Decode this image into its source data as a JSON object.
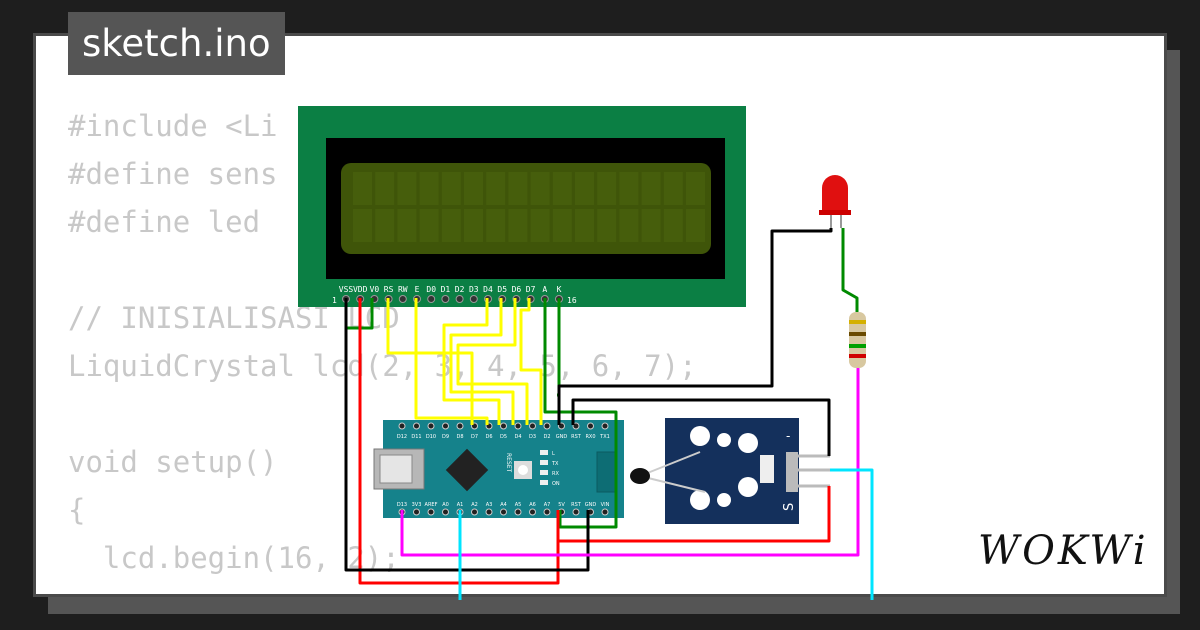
{
  "tab": {
    "filename": "sketch.ino"
  },
  "code_lines": [
    "#include <Li",
    "#define sens",
    "#define led",
    "",
    "// INISIALISASI LCD",
    "LiquidCrystal lcd(2, 3, 4, 5, 6, 7);",
    "",
    "void setup()",
    "{",
    "  lcd.begin(16, 2);"
  ],
  "lcd": {
    "pin_labels": [
      "VSS",
      "VDD",
      "V0",
      "RS",
      "RW",
      "E",
      "D0",
      "D1",
      "D2",
      "D3",
      "D4",
      "D5",
      "D6",
      "D7",
      "A",
      "K"
    ],
    "pin_first": "1",
    "pin_last": "16"
  },
  "nano": {
    "top_pins": [
      "D12",
      "D11",
      "D10",
      "D9",
      "D8",
      "D7",
      "D6",
      "D5",
      "D4",
      "D3",
      "D2",
      "GND",
      "RST",
      "RX0",
      "TX1"
    ],
    "bottom_pins": [
      "D13",
      "3V3",
      "AREF",
      "A0",
      "A1",
      "A2",
      "A3",
      "A4",
      "A5",
      "A6",
      "A7",
      "5V",
      "RST",
      "GND",
      "VIN"
    ],
    "reset_label": "RESET",
    "led_labels": [
      "L",
      "TX",
      "RX",
      "ON"
    ]
  },
  "sensor": {
    "pin_minus": "-",
    "pin_signal": "S"
  },
  "colors": {
    "lcd_board": "#0b7f44",
    "lcd_screen": "#3f5509",
    "nano_board": "#15828b",
    "sensor_board": "#14305c",
    "wire_yellow": "#ffff00",
    "wire_green": "#008a00",
    "wire_red": "#ff0000",
    "wire_black": "#000000",
    "wire_magenta": "#ff00ff",
    "wire_cyan": "#00e5ff"
  },
  "brand": {
    "logo": "WOKWi"
  }
}
